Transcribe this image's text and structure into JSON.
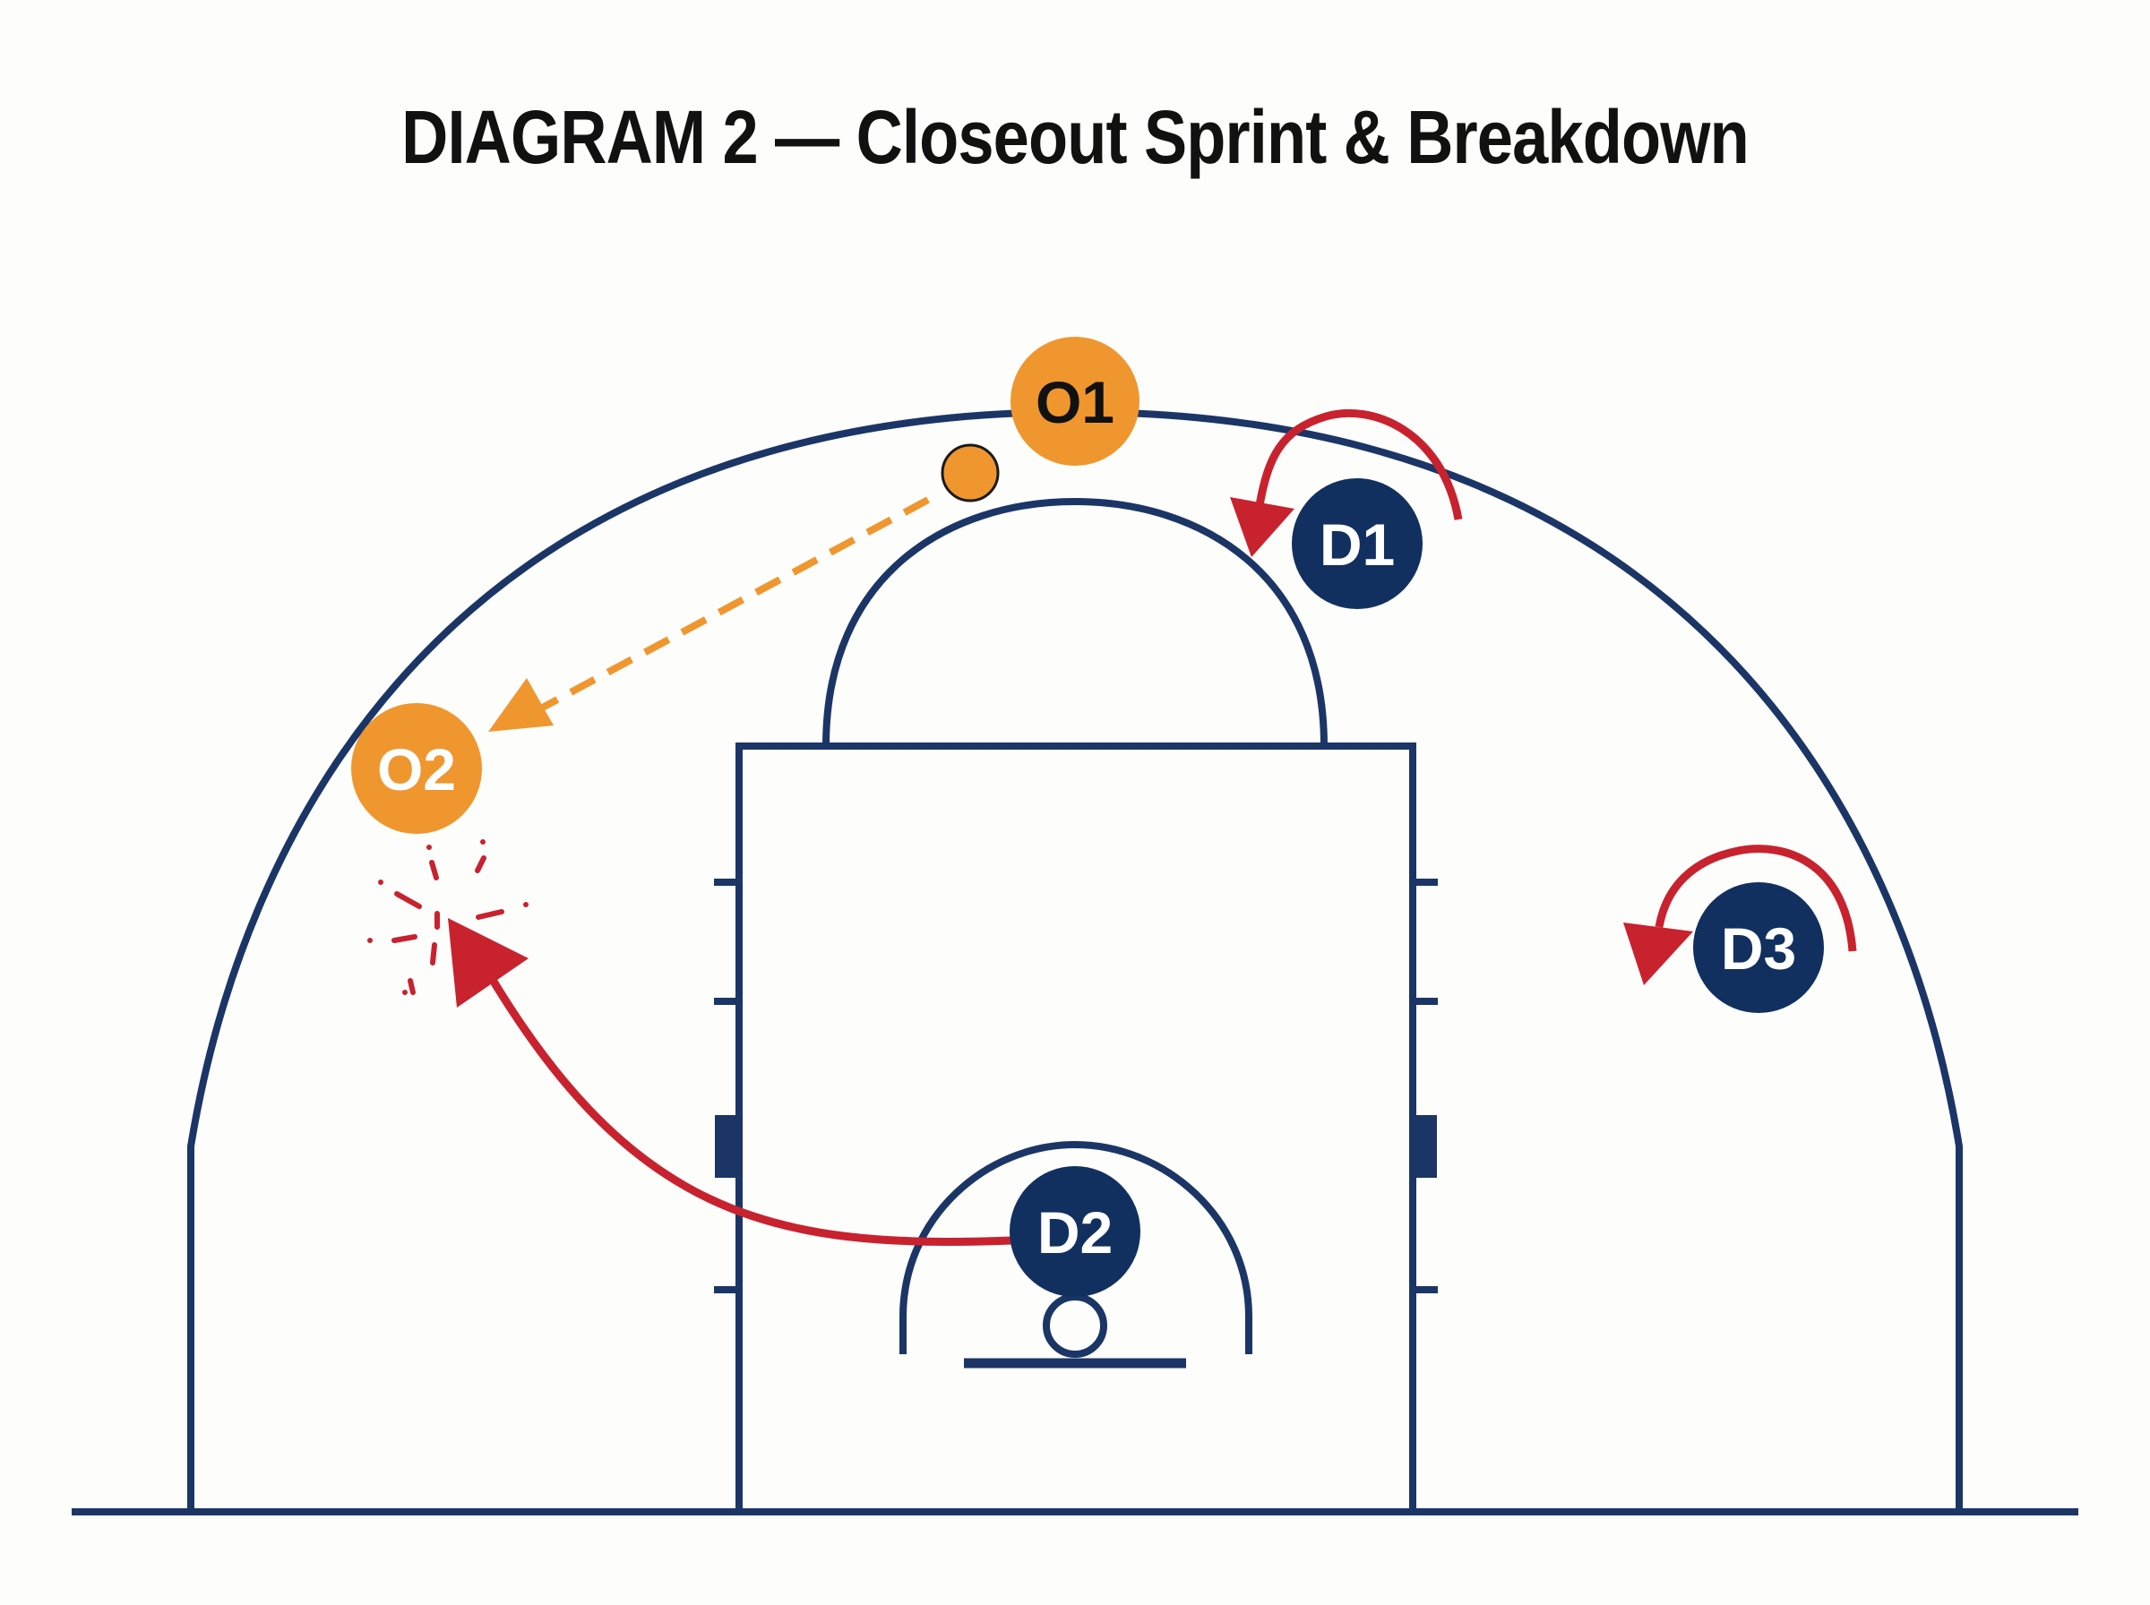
{
  "title": "DIAGRAM 2 — Closeout Sprint & Breakdown",
  "colors": {
    "court_lines": "#1b3566",
    "offense": "#f0962e",
    "defense": "#12305f",
    "movement": "#c8222f",
    "pass": "#f0962e",
    "background": "#fdfdfb"
  },
  "players": {
    "o1": "O1",
    "o2": "O2",
    "d1": "D1",
    "d2": "D2",
    "d3": "D3"
  }
}
